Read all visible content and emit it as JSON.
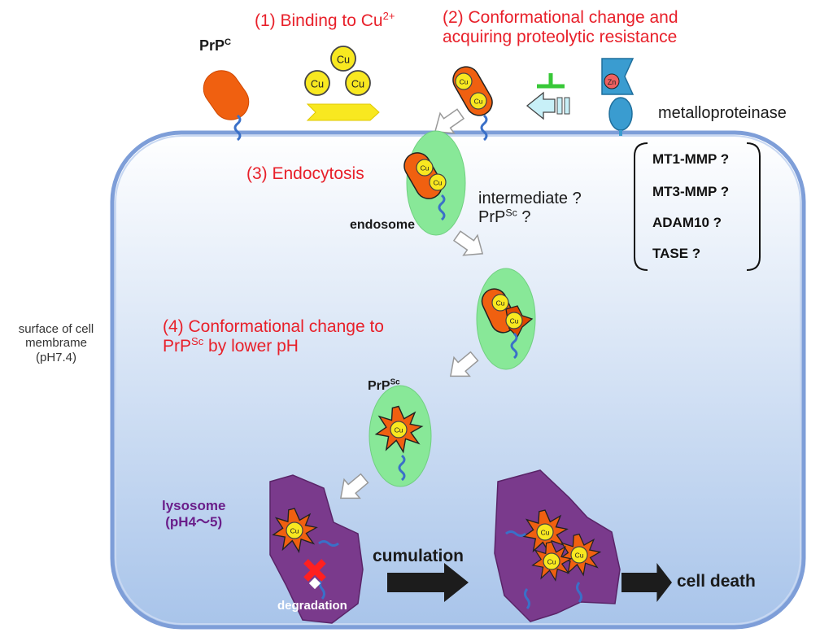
{
  "labels": {
    "step1": "(1) Binding to Cu",
    "step1_sup": "2+",
    "step2_line1": "(2) Conformational change and",
    "step2_line2": "acquiring proteolytic resistance",
    "step3": "(3) Endocytosis",
    "step4_line1": "(4) Conformational change to",
    "step4_prp": "PrP",
    "step4_sup": "Sc",
    "step4_tail": " by lower pH",
    "prpc": "PrP",
    "prpc_sup": "C",
    "metalloproteinase": "metalloproteinase",
    "endosome": "endosome",
    "intermediate_line1": "intermediate ?",
    "intermediate_prp": "PrP",
    "intermediate_sup": "Sc",
    "intermediate_tail": " ?",
    "surface_line1": "surface of cell",
    "surface_line2": "membrame",
    "surface_line3": "(pH7.4)",
    "prpsc": "PrP",
    "prpsc_sup": "Sc",
    "lysosome_line1": "lysosome",
    "lysosome_line2": "(pH4〜5)",
    "degradation": "degradation",
    "cumulation": "cumulation",
    "cell_death": "cell death",
    "cu": "Cu",
    "zn": "Zn"
  },
  "metalloproteinase_candidates": [
    "MT1-MMP ?",
    "MT3-MMP ?",
    "ADAM10 ?",
    "TASE ?"
  ],
  "colors": {
    "red_text": "#e8202a",
    "prp_orange": "#f06010",
    "copper_yellow": "#f8e820",
    "endosome_green": "#88e898",
    "lysosome_purple": "#7a3a8c",
    "cell_fill": "#a8c4ea",
    "membrane": "#7e9ed8",
    "inhibitor_green": "#38c838",
    "enzyme_blue": "#3a9cd0",
    "block_red": "#ff2020"
  }
}
